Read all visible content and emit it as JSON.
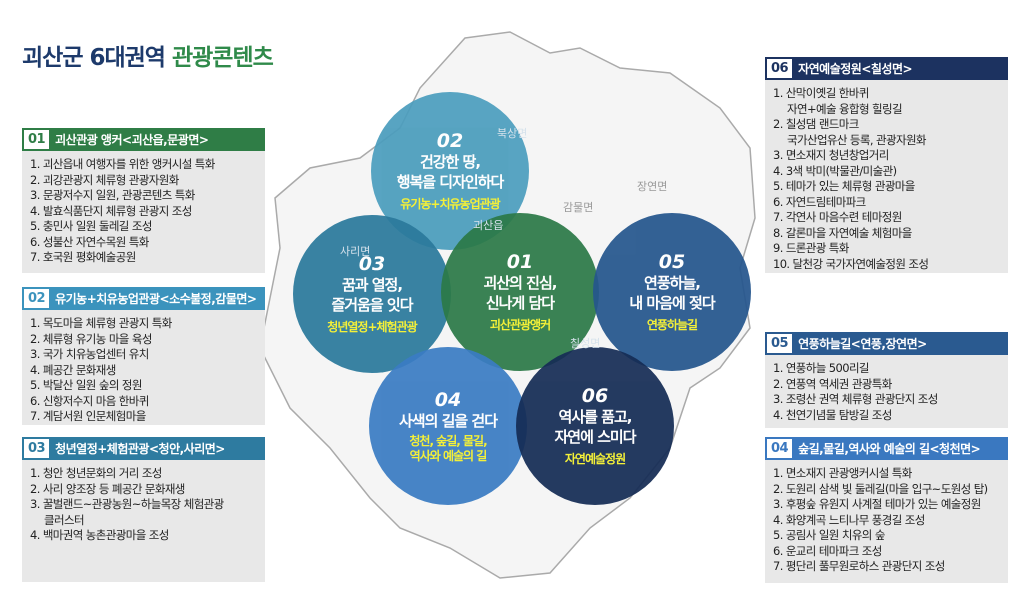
{
  "title": {
    "main": "괴산군 6대권역 ",
    "accent": "관광콘텐츠"
  },
  "map_labels": [
    "북상면",
    "장연면",
    "감물면",
    "괴산읍",
    "사리면",
    "칠성면"
  ],
  "circles": [
    {
      "num": "02",
      "lines": [
        "건강한 땅,",
        "행복을 디자인하다"
      ],
      "tag": "유기농+치유농업관광",
      "color": "#4b9dbd"
    },
    {
      "num": "03",
      "lines": [
        "꿈과 열정,",
        "즐거움을 잇다"
      ],
      "tag": "청년열정+체험관광",
      "color": "#2b7a9c"
    },
    {
      "num": "01",
      "lines": [
        "괴산의 진심,",
        "신나게 담다"
      ],
      "tag": "괴산관광앵커",
      "color": "#2c7a48"
    },
    {
      "num": "05",
      "lines": [
        "연풍하늘,",
        "내 마음에 젖다"
      ],
      "tag": "연풍하늘길",
      "color": "#25568d"
    },
    {
      "num": "04",
      "lines": [
        "사색의 길을 걷다"
      ],
      "tag2": [
        "청천, 숲길, 물길,",
        "역사와 예술의 길"
      ],
      "tag": "",
      "color": "#3a7cc3"
    },
    {
      "num": "06",
      "lines": [
        "역사를 품고,",
        "자연에 스미다"
      ],
      "tag": "자연예술정원",
      "color": "#152c55"
    }
  ],
  "panels": [
    {
      "no": "01",
      "title": "괴산관광 앵커<괴산읍,문광면>",
      "color": "#2f7d46",
      "items": [
        "1. 괴산읍내 여행자를 위한 앵커시설 특화",
        "2. 괴강관광지 체류형 관광자원화",
        "3. 문광저수지 일원, 관광콘텐츠 특화",
        "4. 발효식품단지 체류형 관광지 조성",
        "5. 충민사 일원 둘레길 조성",
        "6. 성불산 자연수목원 특화",
        "7. 호국원 평화예술공원"
      ]
    },
    {
      "no": "02",
      "title": "유기농+치유농업관광<소수불정,감물면>",
      "color": "#3b93bd",
      "items": [
        "1. 목도마을 체류형 관광지 특화",
        "2. 체류형 유기농 마을 육성",
        "3. 국가 치유농업센터 유치",
        "4. 폐공간 문화재생",
        "5. 박달산 일원 숲의 정원",
        "6. 신항저수지 마음 한바퀴",
        "7. 계담서원 인문체험마을"
      ]
    },
    {
      "no": "03",
      "title": "청년열정+체험관광<청안,사리면>",
      "color": "#2e7ba0",
      "items": [
        "1. 청안 청년문화의 거리 조성",
        "2. 사리 양조장 등 폐공간 문화재생",
        "3. 꿀벌랜드~관광농원~하늘목장  체험관광",
        "클러스터",
        "4. 백마권역 농촌관광마을 조성"
      ],
      "indent": [
        3
      ]
    },
    {
      "no": "06",
      "title": "자연예술정원<칠성면>",
      "color": "#1c3260",
      "items": [
        "1. 산막이옛길 한바퀴",
        "자연+예술 융합형 힐링길",
        "2. 칠성댐 랜드마크",
        "국가산업유산 등록, 관광자원화",
        "3. 면소재지 청년창업거리",
        "4. 3색 박미(박물관/미술관)",
        "5. 테마가 있는 체류형 관광마을",
        "6. 자연드림테마파크",
        "7. 각연사 마음수련 테마정원",
        "8. 갈론마을 자연예술 체험마을",
        "9. 드론관광 특화",
        "10. 달천강 국가자연예술정원 조성"
      ],
      "indent": [
        1,
        3
      ]
    },
    {
      "no": "05",
      "title": "연풍하늘길<연풍,장연면>",
      "color": "#2a5a90",
      "items": [
        "1. 연풍하늘 500리길",
        "2. 연풍역 역세권 관광특화",
        "3. 조령산 권역 체류형 관광단지 조성",
        "4. 천연기념물 탐방길 조성"
      ]
    },
    {
      "no": "04",
      "title": "숲길,물길,역사와 예술의 길<청천면>",
      "color": "#3a78c0",
      "items": [
        "1. 면소재지 관광앵커시설 특화",
        "2. 도원리 삼색 빛 둘레길(마을 입구~도원성 탑)",
        "3. 후평숲 유원지 사계절 테마가 있는 예술정원",
        "4. 화양계곡 느티나무 풍경길 조성",
        "5. 공림사 일원 치유의 숲",
        "6. 운교리 테마파크 조성",
        "7. 평단리 풀무원로하스 관광단지 조성"
      ]
    }
  ]
}
